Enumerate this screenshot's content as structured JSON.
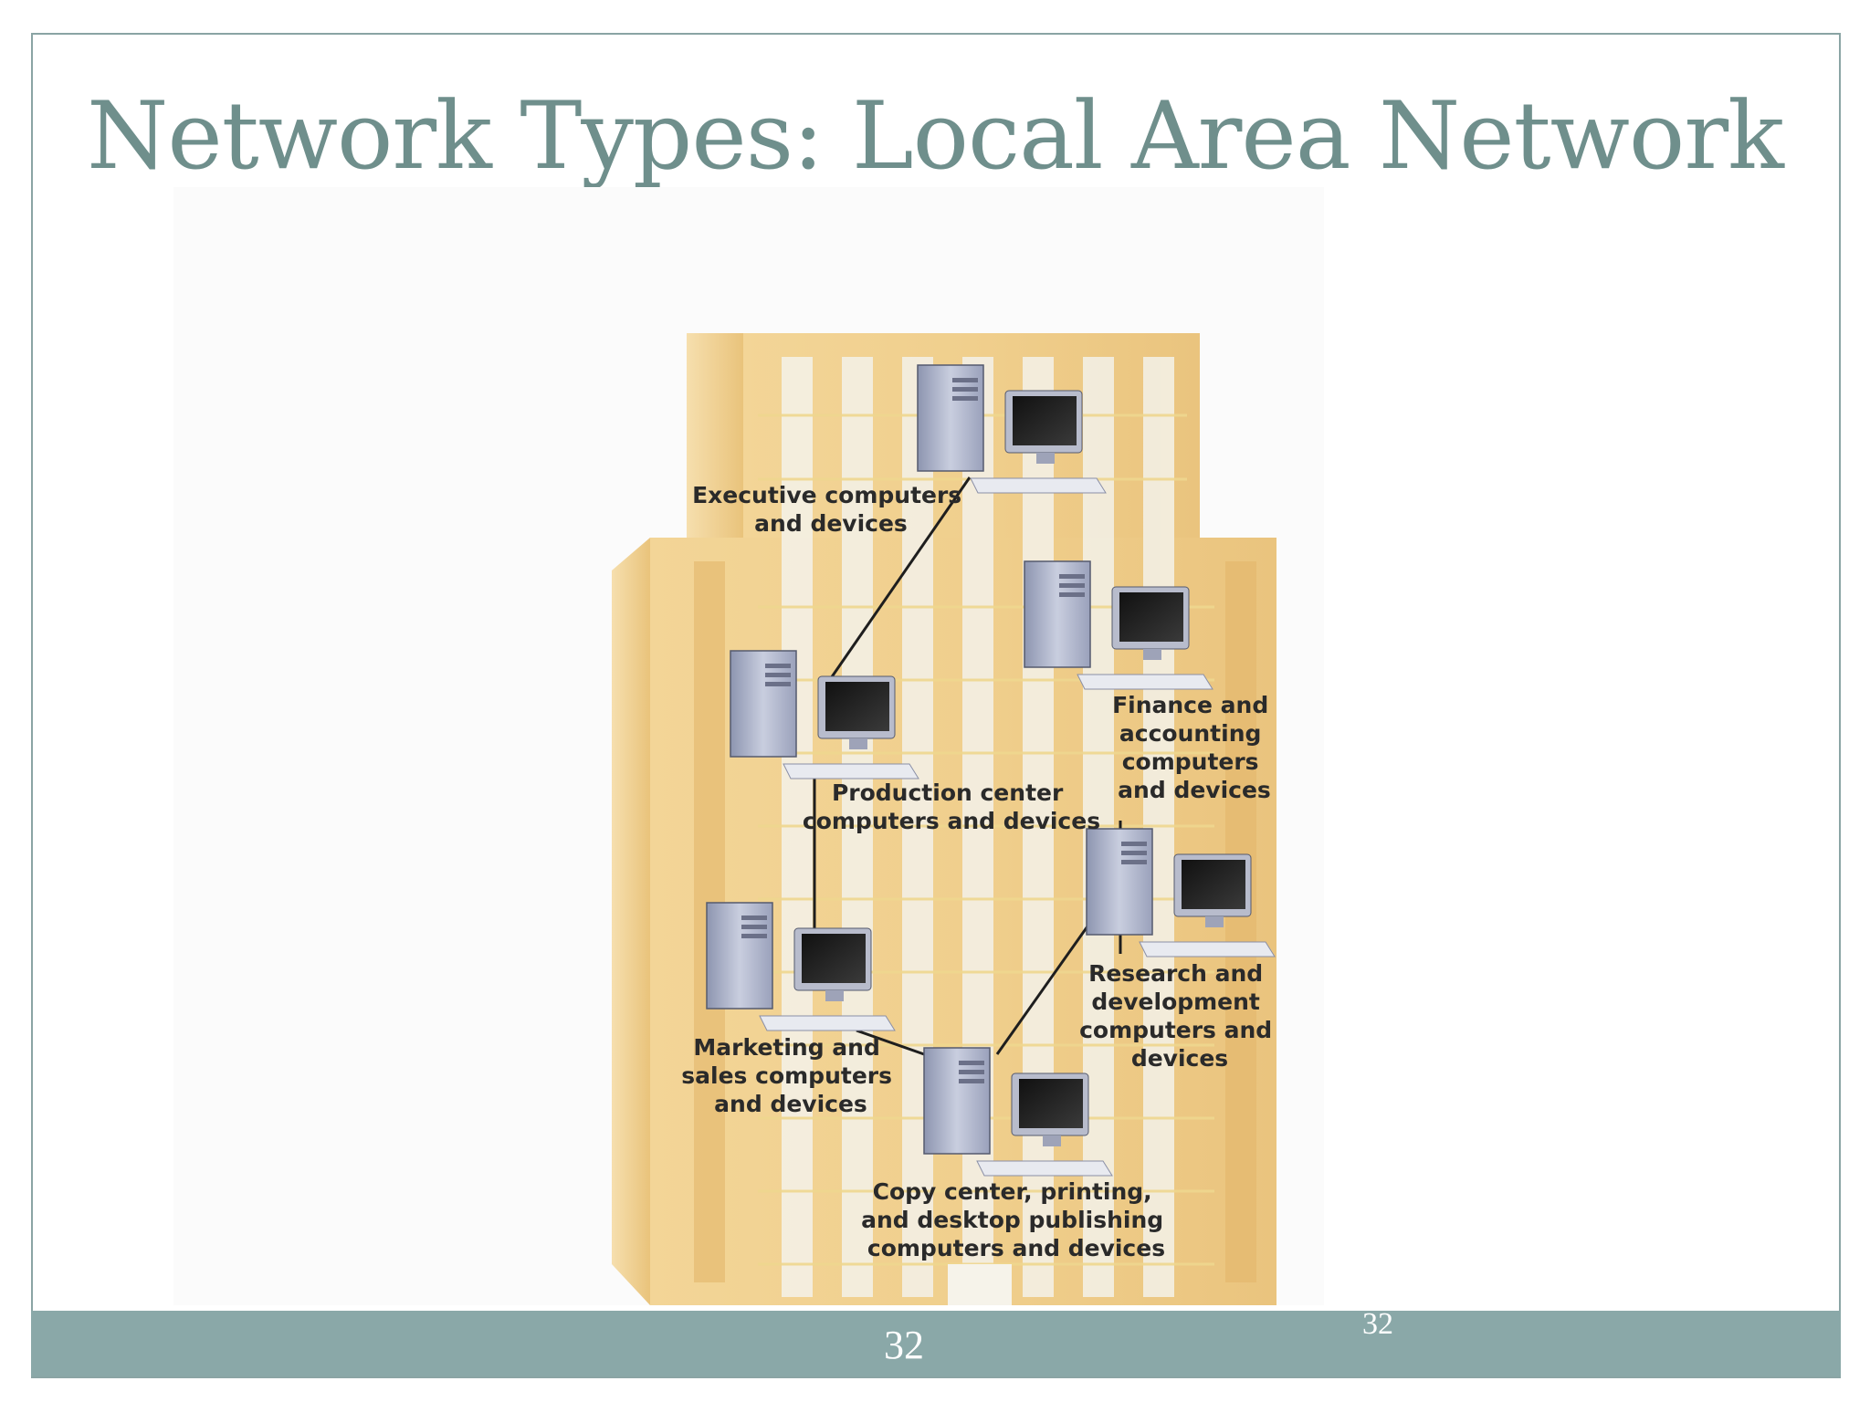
{
  "slide": {
    "title": "Network Types: Local Area Network",
    "page_number": "32",
    "page_number_secondary": "32"
  },
  "diagram": {
    "nodes": [
      {
        "id": "executive",
        "label_lines": [
          "Executive computers",
          "and devices"
        ]
      },
      {
        "id": "finance",
        "label_lines": [
          "Finance and",
          "accounting",
          "computers",
          "and devices"
        ]
      },
      {
        "id": "production",
        "label_lines": [
          "Production center",
          "computers and devices"
        ]
      },
      {
        "id": "research",
        "label_lines": [
          "Research and",
          "development",
          "computers and",
          "devices"
        ]
      },
      {
        "id": "marketing",
        "label_lines": [
          "Marketing and",
          "sales computers",
          "and devices"
        ]
      },
      {
        "id": "copy",
        "label_lines": [
          "Copy center, printing,",
          "and desktop publishing",
          "computers and devices"
        ]
      }
    ],
    "connections": [
      [
        "executive",
        "production"
      ],
      [
        "production",
        "marketing"
      ],
      [
        "marketing",
        "copy"
      ],
      [
        "copy",
        "research"
      ],
      [
        "research",
        "finance"
      ]
    ]
  },
  "colors": {
    "title": "#6f8f8c",
    "frame": "#8aa4a4",
    "footer": "#8aa8a8",
    "building": "#f1d294"
  }
}
